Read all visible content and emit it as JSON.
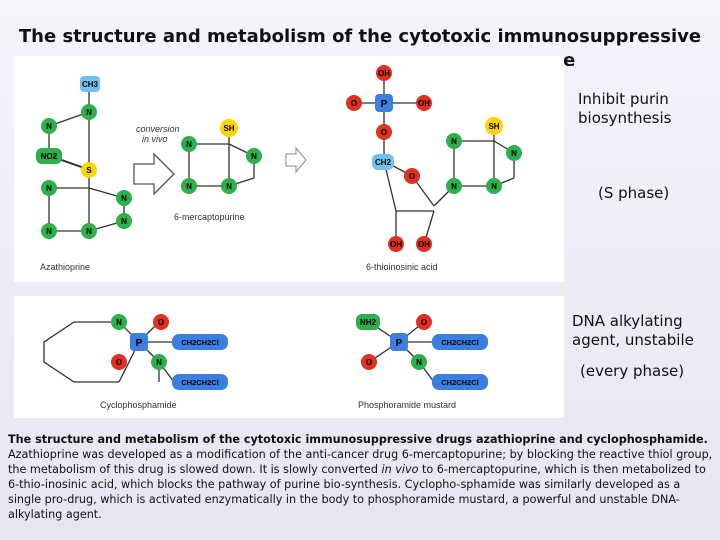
{
  "slide": {
    "title": "The structure and metabolism of the cytotoxic immunosuppressive",
    "title_second_line": "drugs azathioprine and cyclophosphamide"
  },
  "top_diagram": {
    "azathioprine_label": "Azathioprine",
    "conversion_label_1": "conversion",
    "conversion_label_2": "in vivo",
    "mercaptopurine_label": "6-mercaptopurine",
    "thioinosinic_label": "6-thioinosinic   acid",
    "atoms": {
      "ch3": "CH3",
      "n": "N",
      "no2": "NO2",
      "s": "S",
      "sh": "SH",
      "oh": "OH",
      "o": "O",
      "p": "P",
      "ch2": "CH2"
    }
  },
  "bottom_diagram": {
    "cyclophosphamide_label": "Cyclophosphamide",
    "phosphoramide_label": "Phosphoramide  mustard",
    "atoms": {
      "n": "N",
      "o": "O",
      "p": "P",
      "nh2": "NH2",
      "chain": "CH2CH2Cl"
    }
  },
  "side_notes": {
    "purine_1": "Inhibit purin",
    "purine_2": "biosynthesis",
    "s_phase": "(S phase)",
    "alkylating_1": "DNA alkylating",
    "alkylating_2": "agent, unstabile",
    "every_phase": "(every phase)"
  },
  "caption": {
    "bold": "The structure and metabolism of the cytotoxic immunosuppressive drugs azathioprine and cyclophosphamide.",
    "part1": " Azathioprine was developed as a modification of the anti-cancer drug 6-mercaptopurine; by blocking the reactive thiol group, the metabolism of this drug is slowed down. It is slowly converted ",
    "italic": "in vivo",
    "part2": " to 6-mercaptopurine, which is then metabolized to 6-thio-inosinic acid, which blocks the pathway of purine bio-synthesis. Cyclopho-sphamide was similarly developed as a single pro-drug, which is activated enzymatically in the body to phosphoramide mustard, a powerful and unstable DNA-alkylating agent."
  },
  "colors": {
    "nitrogen": "#2bb04a",
    "oxygen": "#e03020",
    "sulfur": "#ffd400",
    "phosphorus": "#3b7fe0",
    "carbon": "#6fc2ee"
  }
}
